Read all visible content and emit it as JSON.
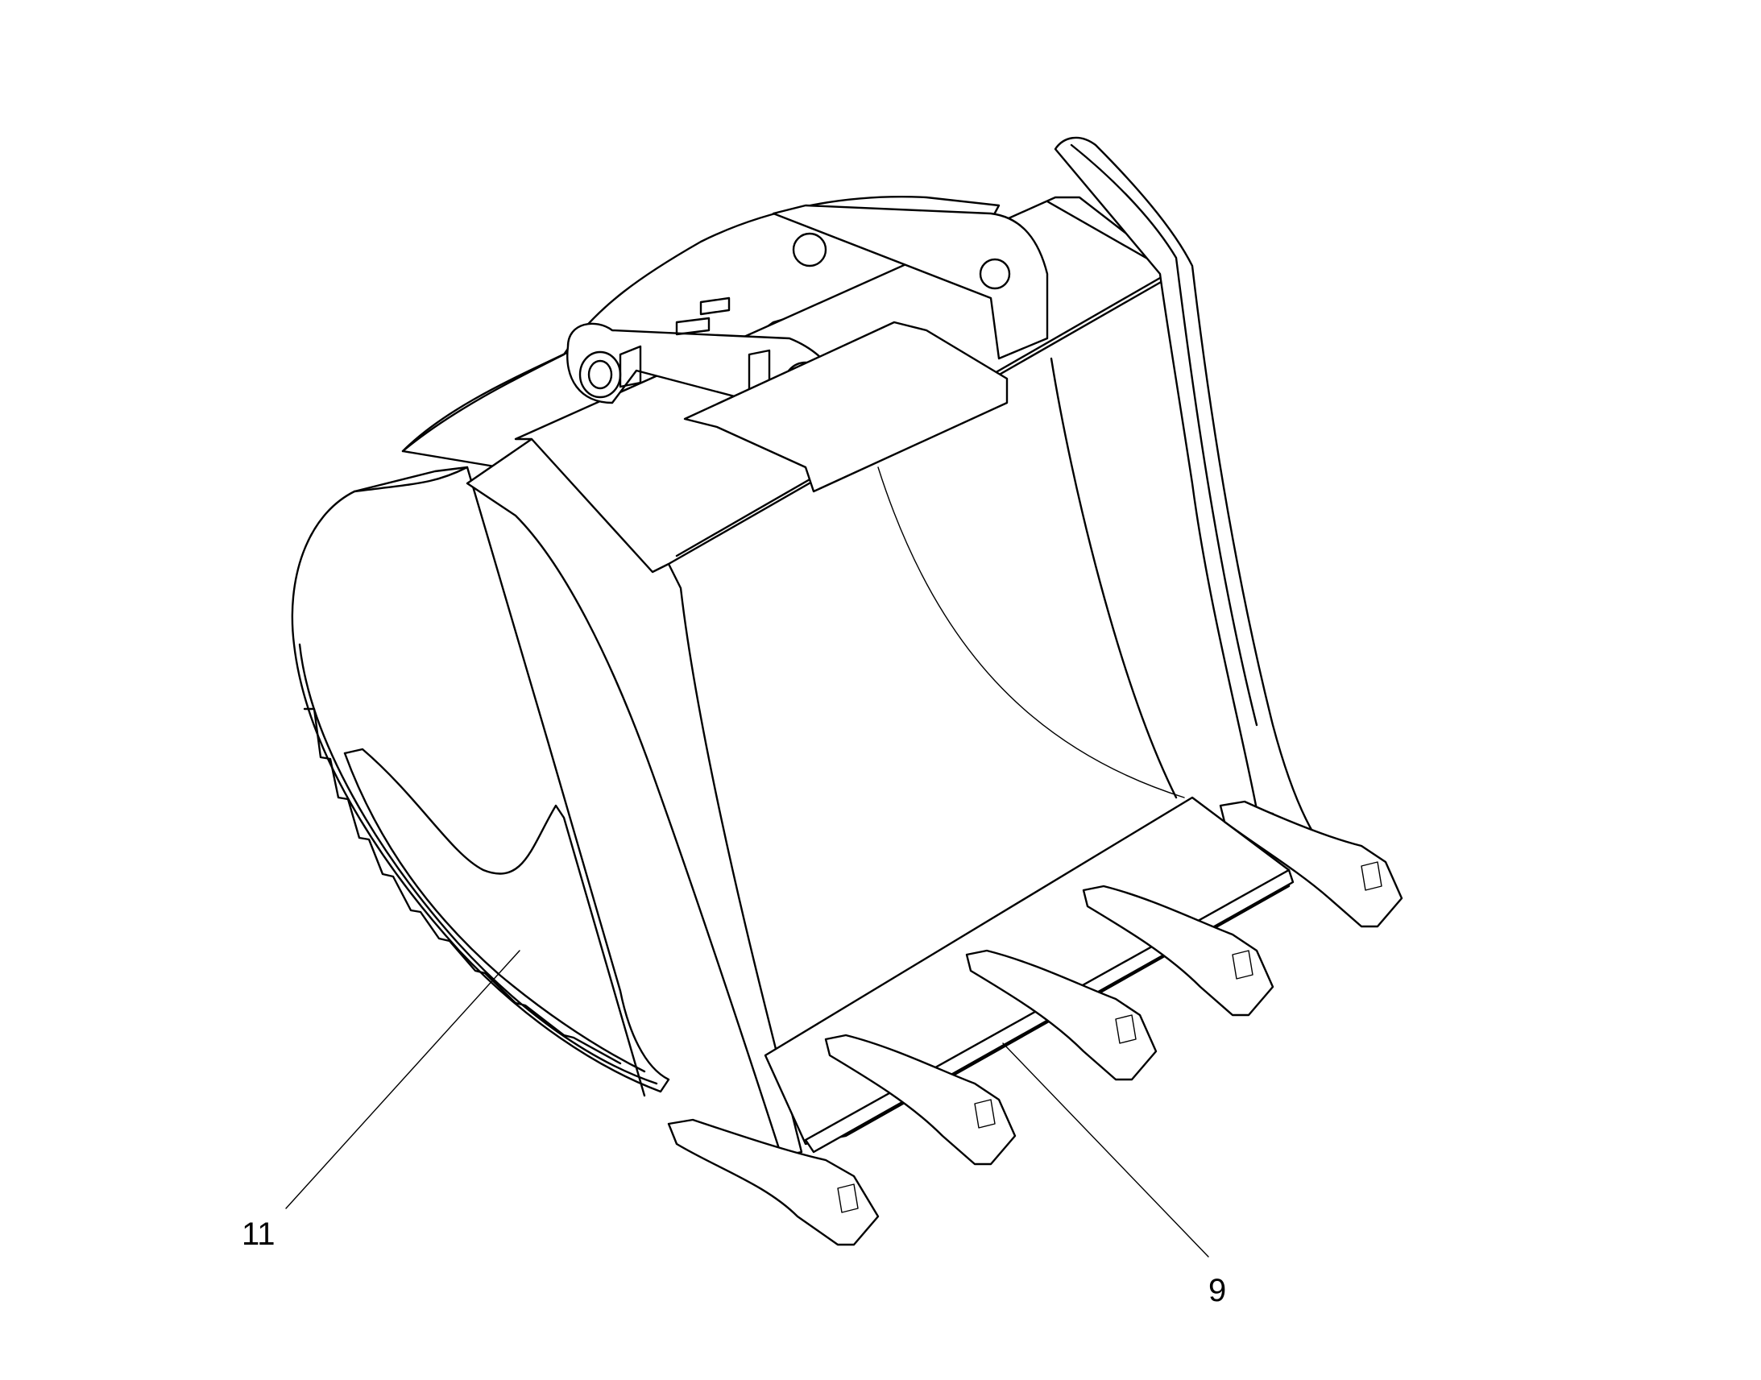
{
  "callouts": [
    {
      "id": "side-plate",
      "label": "11"
    },
    {
      "id": "cutting-edge",
      "label": "9"
    }
  ],
  "colors": {
    "line": "#000000",
    "background": "#ffffff"
  }
}
